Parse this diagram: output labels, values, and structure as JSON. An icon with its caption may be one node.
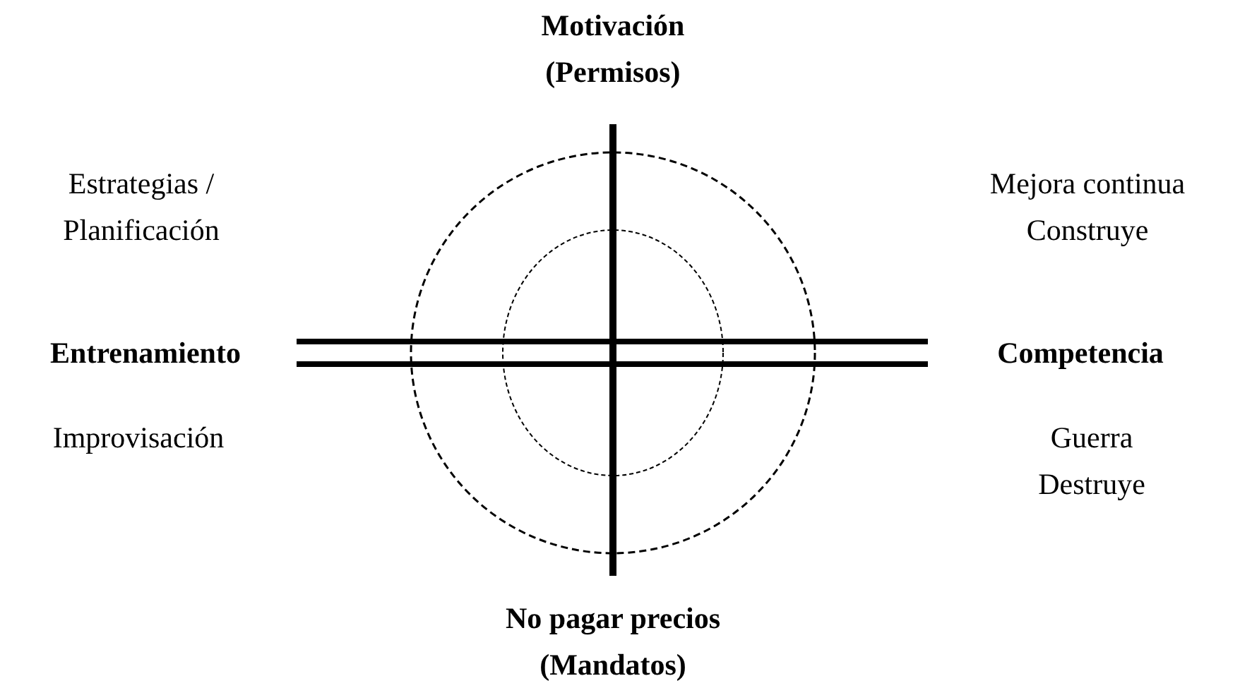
{
  "diagram": {
    "labels": [
      "Motivación (Permisos)",
      "Estrategias / Planificación",
      "Mejora continua Construye",
      "Entrenamiento",
      "Competencia",
      "Improvisación",
      "Guerra Destruye",
      "No pagar precios (Mandatos)"
    ]
  }
}
